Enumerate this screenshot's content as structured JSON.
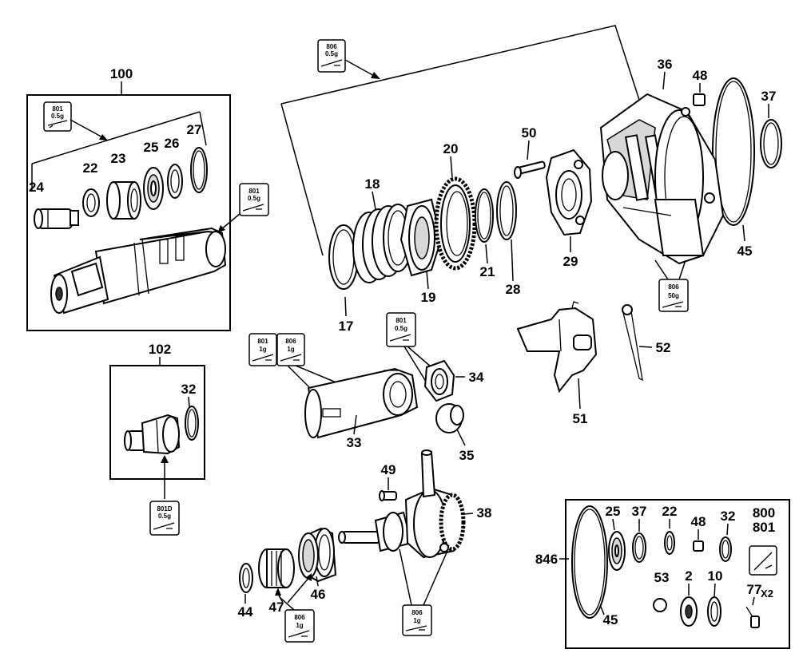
{
  "labels": {
    "p100": "100",
    "p102": "102",
    "p17": "17",
    "p18": "18",
    "p19": "19",
    "p20": "20",
    "p21": "21",
    "p22": "22",
    "p23": "23",
    "p24": "24",
    "p25": "25",
    "p26": "26",
    "p27": "27",
    "p28": "28",
    "p29": "29",
    "p32": "32",
    "p33": "33",
    "p34": "34",
    "p35": "35",
    "p36": "36",
    "p37": "37",
    "p38": "38",
    "p44": "44",
    "p45": "45",
    "p46": "46",
    "p47": "47",
    "p48": "48",
    "p49": "49",
    "p50": "50",
    "p51": "51",
    "p52": "52",
    "kit846": "846",
    "kit25": "25",
    "kit37": "37",
    "kit22": "22",
    "kit48": "48",
    "kit32": "32",
    "kit800": "800",
    "kit801": "801",
    "kit53": "53",
    "kit2": "2",
    "kit10": "10",
    "kit77": "77",
    "kit77x": "X2",
    "kit45": "45"
  },
  "grease_tags": {
    "g_top": {
      "code": "806",
      "qty": "0.5g"
    },
    "g_100": {
      "code": "801",
      "0": "",
      "qty": "0.5g"
    },
    "g_shaft": {
      "code": "801",
      "qty": "0.5g"
    },
    "g_36": {
      "code": "806",
      "qty": "50g"
    },
    "g_33a": {
      "code": "801",
      "qty": "1g"
    },
    "g_33b": {
      "code": "806",
      "qty": "1g"
    },
    "g_34": {
      "code": "801",
      "qty": "0.5g"
    },
    "g_102": {
      "code": "801D",
      "qty": "0.5g"
    },
    "g_47": {
      "code": "806",
      "qty": "1g"
    },
    "g_38": {
      "code": "806",
      "qty": "1g"
    }
  }
}
